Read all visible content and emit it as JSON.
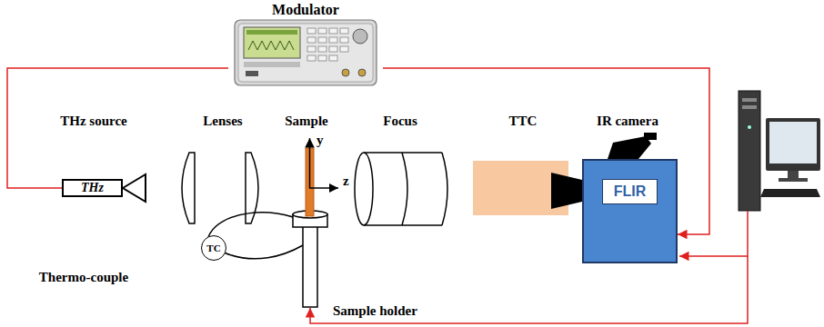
{
  "diagram": {
    "nodes": [
      {
        "text": [
          "Modulator"
        ]
      },
      {
        "text": [
          "THz"
        ]
      },
      {
        "text": [
          "FLIR"
        ]
      },
      {
        "text": [
          "TC"
        ]
      }
    ],
    "edges": [
      {
        "from": 0,
        "to": 1,
        "arrow": "none"
      },
      {
        "from": 0,
        "to": 2,
        "arrow": "to"
      }
    ],
    "labels": [
      "THz source",
      "Lenses",
      "Sample",
      "y",
      "z",
      "Focus",
      "TTC",
      "IR camera",
      "Thermo-couple",
      "Sample holder"
    ]
  }
}
